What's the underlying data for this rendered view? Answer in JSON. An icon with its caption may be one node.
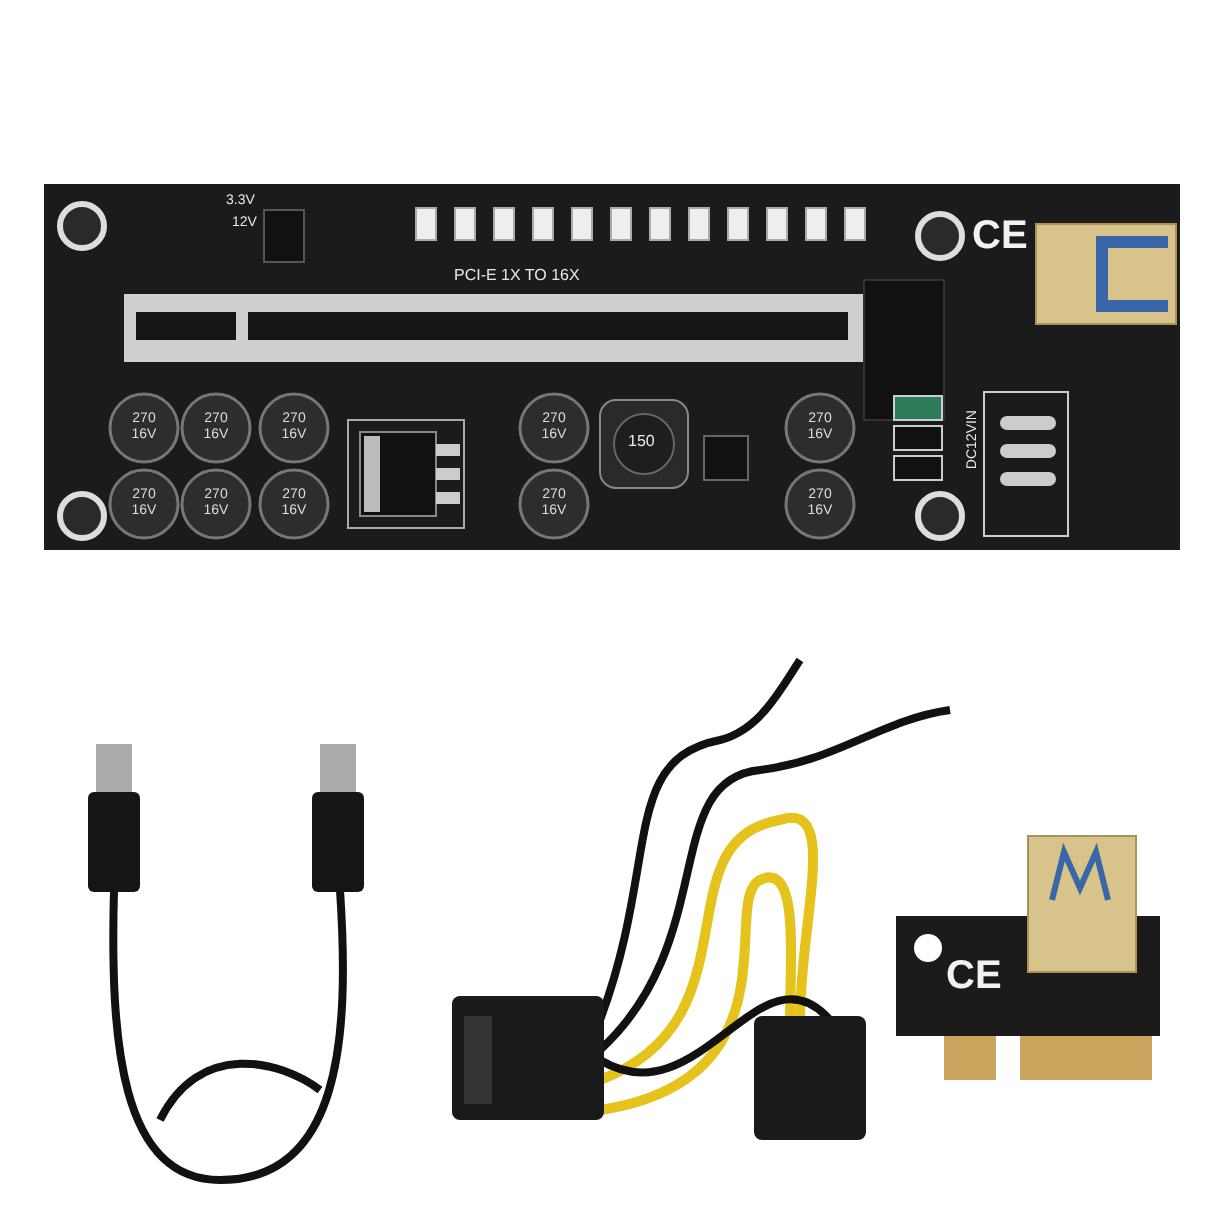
{
  "diagram": {
    "labels": [
      "12V",
      "3.3V",
      "PCI-E 1X TO 16X",
      "CE",
      "270 16V",
      "270 16V",
      "270 16V",
      "270 16V",
      "270 16V",
      "150",
      "270 16V",
      "270 16V",
      "270 16V",
      "270 16V",
      "270 16V",
      "DC12VIN",
      "CE"
    ]
  }
}
